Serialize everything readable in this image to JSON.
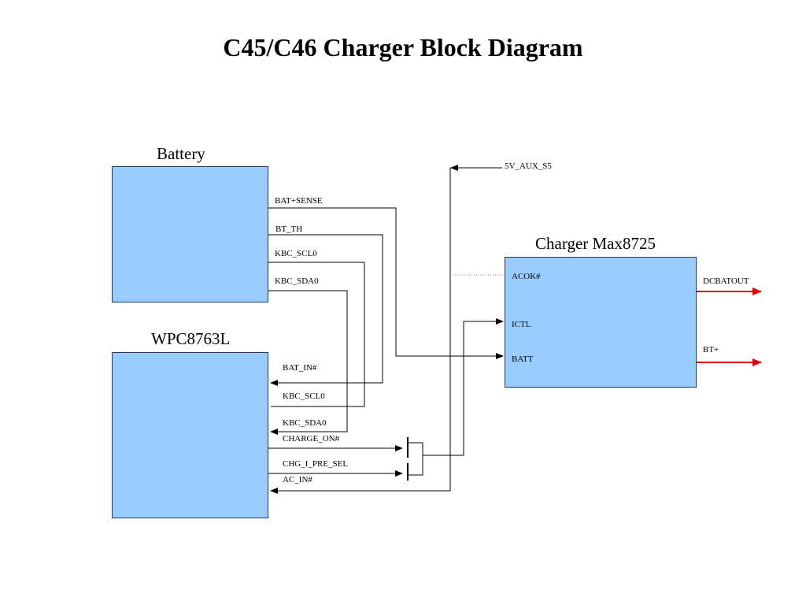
{
  "title": "C45/C46 Charger Block Diagram",
  "blocks": {
    "battery": "Battery",
    "wpc": "WPC8763L",
    "charger": "Charger Max8725"
  },
  "signals": {
    "bat_sense": "BAT+SENSE",
    "bt_th": "BT_TH",
    "kbc_scl0_batt": "KBC_SCL0",
    "kbc_sda0_batt": "KBC_SDA0",
    "aux": "5V_AUX_S5",
    "bat_in": "BAT_IN#",
    "kbc_scl0_wpc": "KBC_SCL0",
    "kbc_sda0_wpc": "KBC_SDA0",
    "charge_on": "CHARGE_ON#",
    "chg_i_pre_sel": "CHG_I_PRE_SEL",
    "ac_in": "AC_IN#",
    "acok": "ACOK#",
    "ictl": "ICTL",
    "batt": "BATT",
    "dcbatout": "DCBATOUT",
    "bt_plus": "BT+"
  },
  "colors": {
    "block_fill": "#99ccff",
    "wire": "#000000",
    "output_arrow": "#e00000"
  }
}
